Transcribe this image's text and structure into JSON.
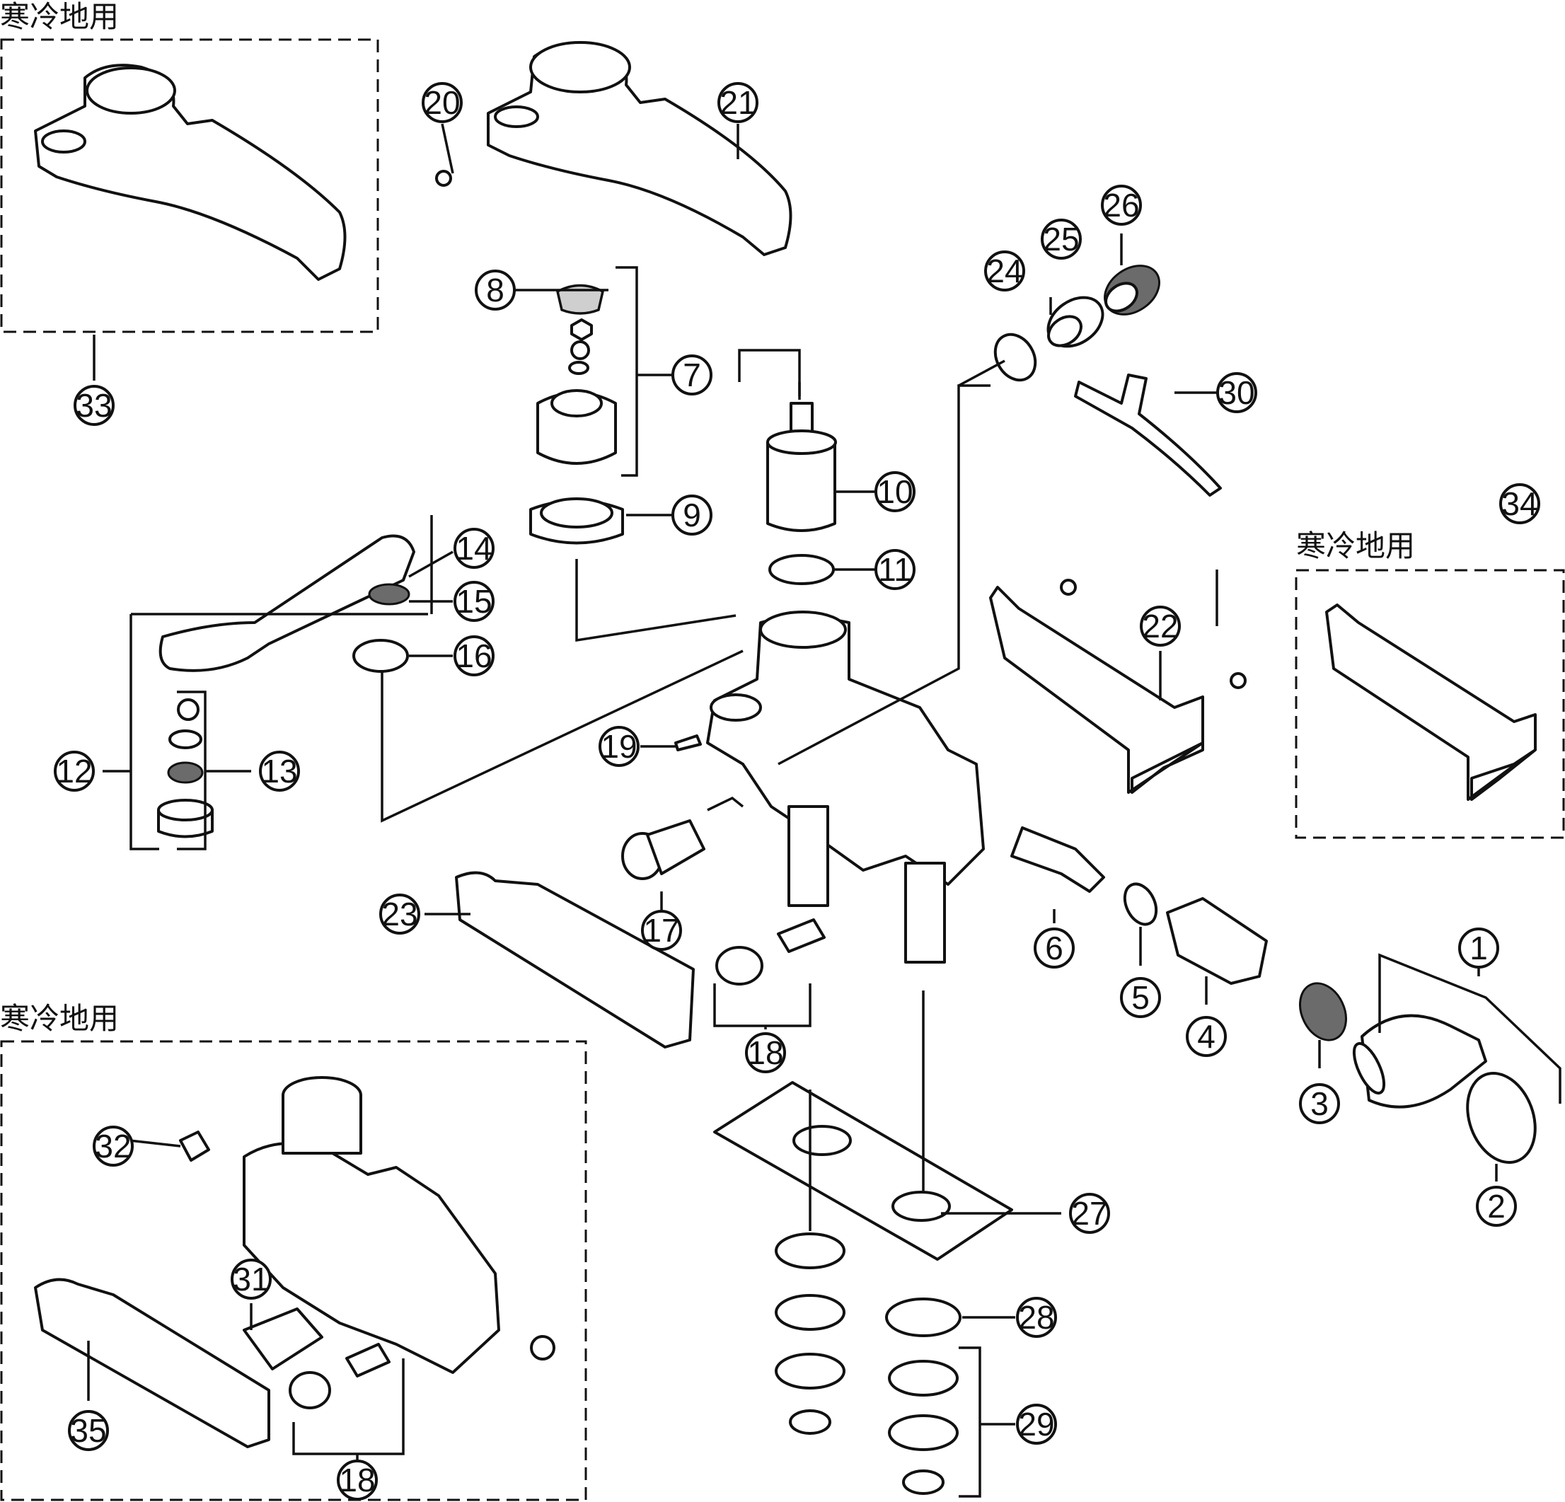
{
  "cold_region_label": "寒冷地用",
  "callouts": [
    "1",
    "2",
    "3",
    "4",
    "5",
    "6",
    "7",
    "8",
    "9",
    "10",
    "11",
    "12",
    "13",
    "14",
    "15",
    "16",
    "17",
    "18",
    "18",
    "19",
    "20",
    "21",
    "22",
    "23",
    "24",
    "25",
    "26",
    "27",
    "28",
    "29",
    "30",
    "31",
    "32",
    "33",
    "34",
    "35"
  ],
  "colors": {
    "line": "#111111",
    "background": "#ffffff",
    "shade": "#cfcfcf"
  }
}
